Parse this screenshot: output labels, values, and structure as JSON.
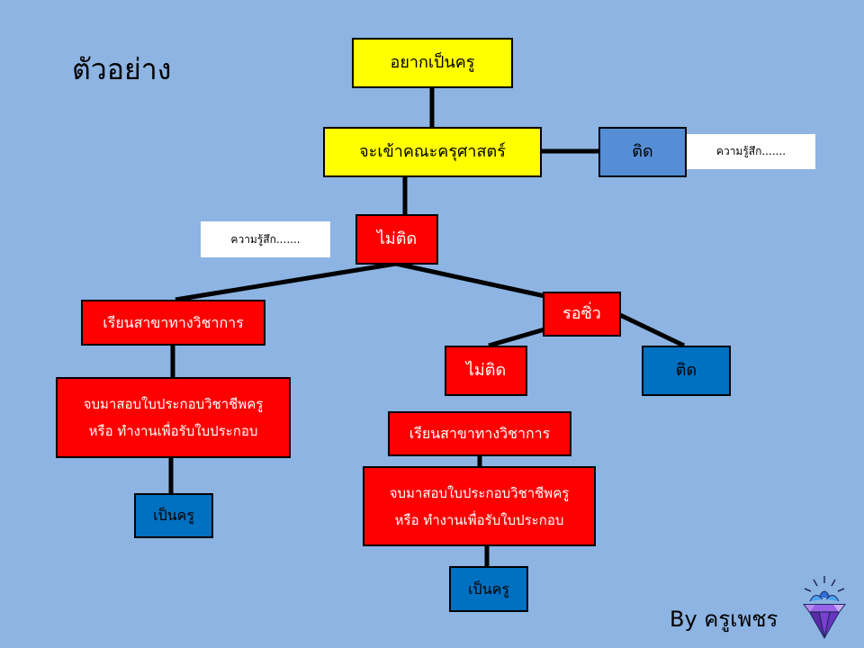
{
  "title": "ตัวอย่าง",
  "byline": "By ครูเพชร",
  "nodes": {
    "want_teacher": "อยากเป็นครู",
    "enter_faculty": "จะเข้าคณะครุศาสตร์",
    "passed_top": "ติด",
    "feeling_top": "ความรู้สึก.......",
    "feeling_left": "ความรู้สึก.......",
    "not_passed_top": "ไม่ติด",
    "study_academic_left": "เรียนสาขาทางวิชาการ",
    "license_left_line1": "จบมาสอบใบประกอบวิชาชีพครู",
    "license_left_line2": "หรือ ทำงานเพื่อรับใบประกอบ",
    "become_teacher_left": "เป็นครู",
    "wait_retry": "รอซิ่ว",
    "not_passed_retry": "ไม่ติด",
    "passed_retry": "ติด",
    "study_academic_right": "เรียนสาขาทางวิชาการ",
    "license_right_line1": "จบมาสอบใบประกอบวิชาชีพครู",
    "license_right_line2": "หรือ ทำงานเพื่อรับใบประกอบ",
    "become_teacher_right": "เป็นครู"
  },
  "colors": {
    "background": "#8DB4E2",
    "yellow": "#FFFF00",
    "red": "#FF0000",
    "blue": "#0070C0",
    "light_blue": "#558ED5"
  },
  "icons": [
    "diamond-logo-icon"
  ]
}
